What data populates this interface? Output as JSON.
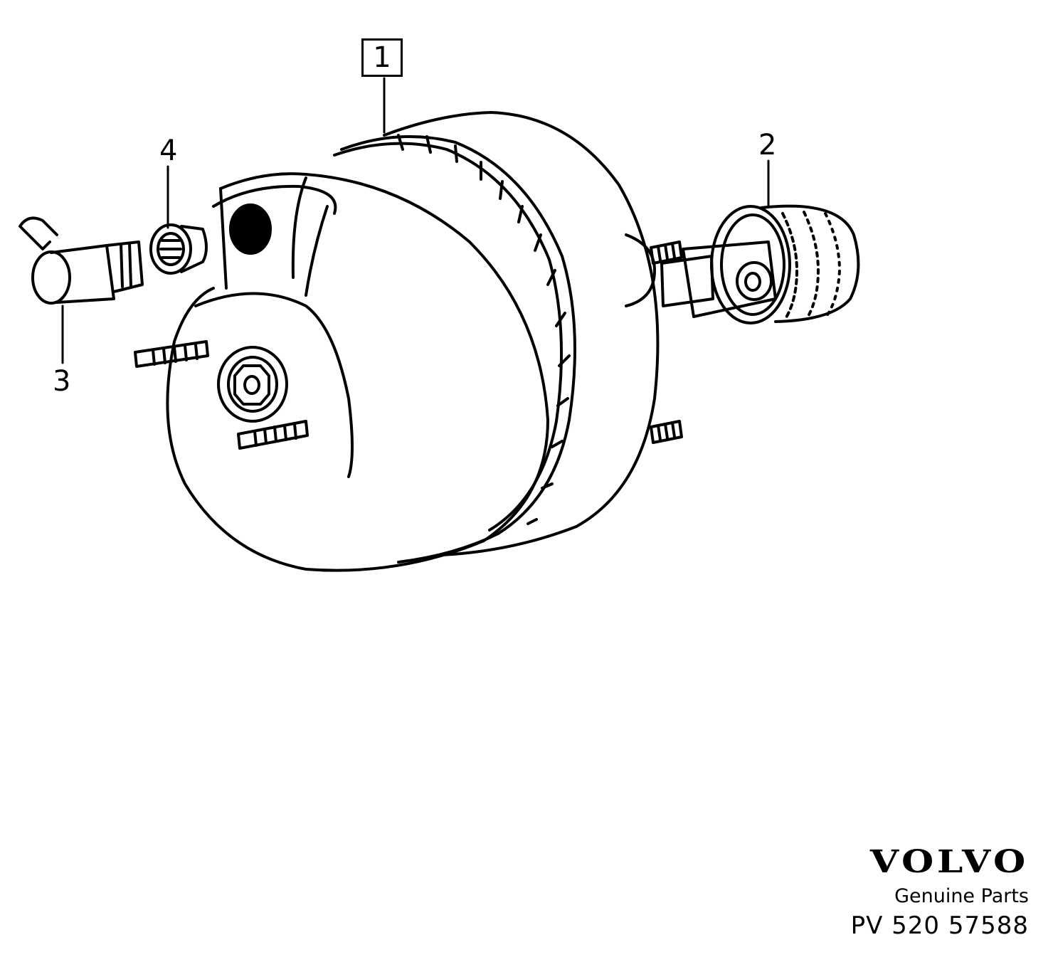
{
  "callouts": {
    "part1": "1",
    "part2": "2",
    "part3": "3",
    "part4": "4"
  },
  "brand": {
    "logo": "VOLVO",
    "subtitle": "Genuine Parts",
    "code": "PV 520 57588"
  },
  "colors": {
    "ink": "#000000",
    "paper": "#ffffff"
  }
}
